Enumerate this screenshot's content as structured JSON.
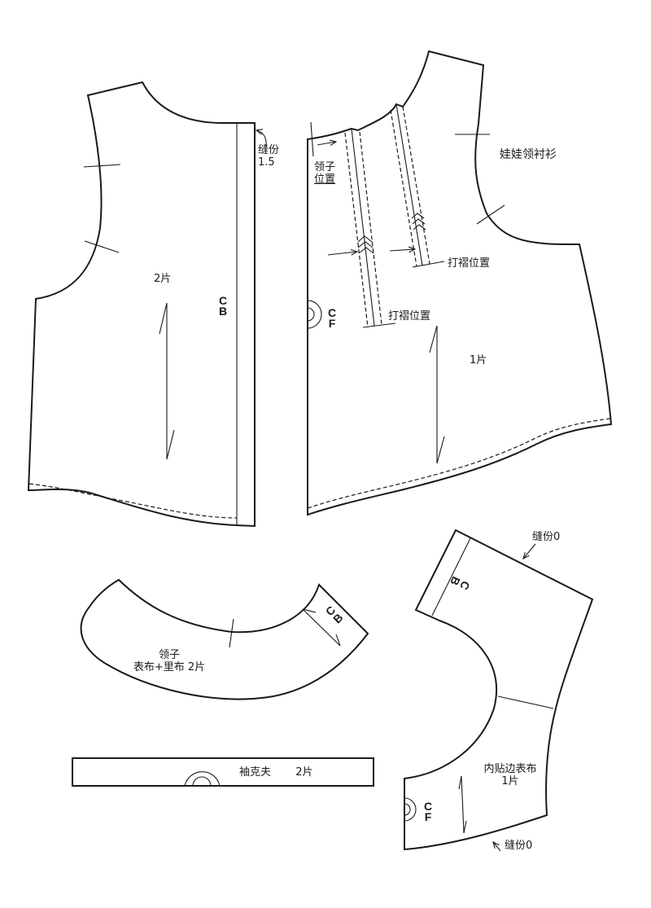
{
  "title": "娃娃领衬衫",
  "colors": {
    "line": "#1a1a1a",
    "paper": "#ffffff"
  },
  "pieces": {
    "back_bodice": {
      "name": "back bodice",
      "count_label": "2片",
      "fold_label": {
        "line1": "C",
        "line2": "B"
      },
      "seam_allowance": {
        "line1": "缝份",
        "line2": "1.5"
      }
    },
    "front_bodice": {
      "name": "front bodice",
      "title": "娃娃领衬衫",
      "count_label": "1片",
      "collar_position": {
        "line1": "领子",
        "line2": "位置"
      },
      "pleat_position_1": "打褶位置",
      "pleat_position_2": "打褶位置",
      "fold_label": {
        "line1": "C",
        "line2": "F"
      }
    },
    "collar": {
      "name": "collar",
      "line1": "领子",
      "line2": "表布+里布 2片",
      "fold_label": {
        "line1": "C",
        "line2": "B"
      }
    },
    "cuff": {
      "name": "cuff",
      "label": "袖克夫",
      "count_label": "2片"
    },
    "facing": {
      "name": "inner facing",
      "line1": "内贴边表布",
      "line2": "1片",
      "fold_label_top": {
        "line1": "C",
        "line2": "B"
      },
      "fold_label_bottom": {
        "line1": "C",
        "line2": "F"
      },
      "seam_top": "缝份0",
      "seam_bottom": "缝份0"
    }
  }
}
